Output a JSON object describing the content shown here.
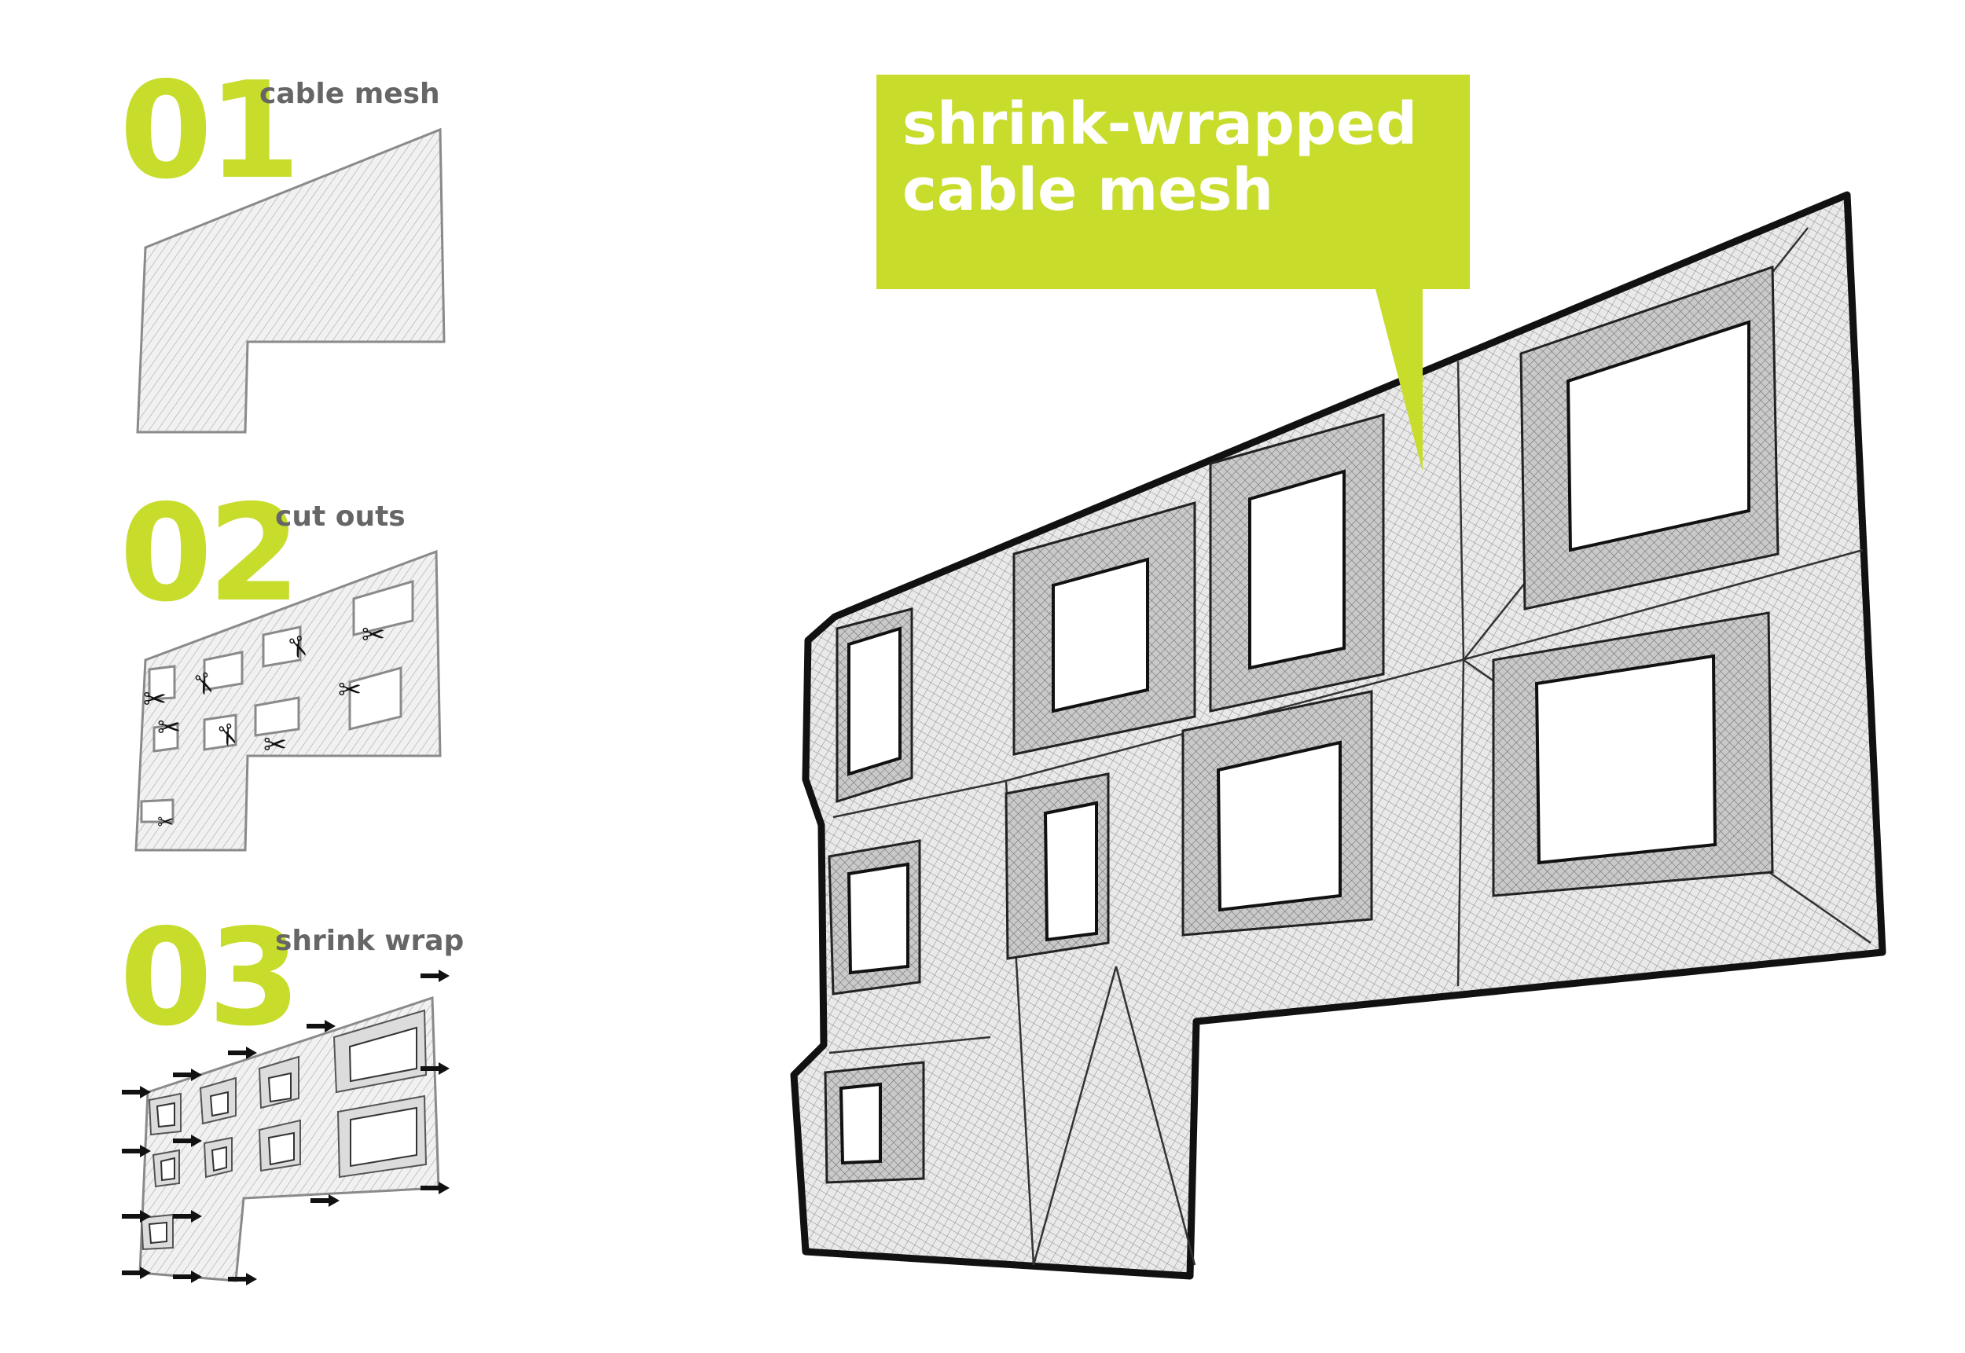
{
  "steps": [
    {
      "number": "01",
      "label": "cable mesh"
    },
    {
      "number": "02",
      "label": "cut outs"
    },
    {
      "number": "03",
      "label": "shrink wrap"
    }
  ],
  "callout": {
    "line1": "shrink-wrapped",
    "line2": "cable mesh"
  },
  "colors": {
    "accent": "#c8dc2c",
    "label_gray": "#666666",
    "mesh_fill": "#efefef",
    "outline": "#111111"
  }
}
